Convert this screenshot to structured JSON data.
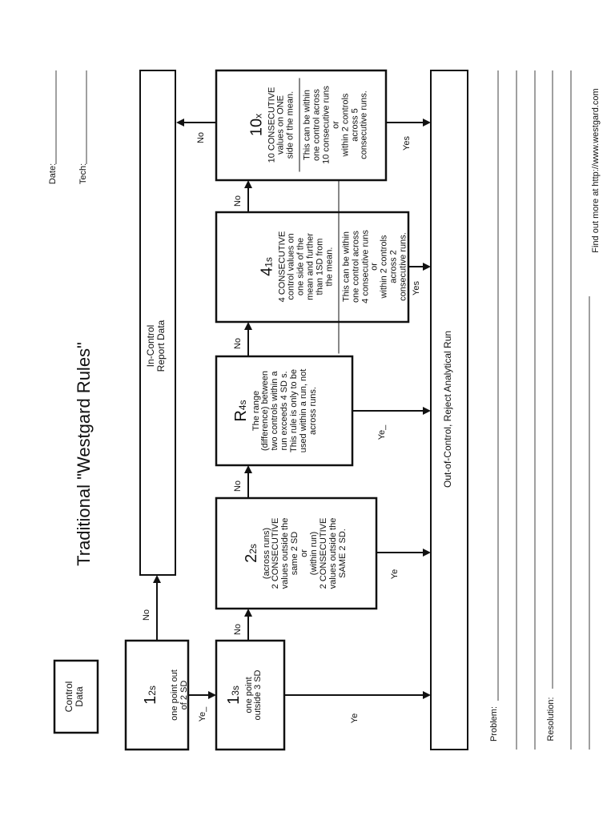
{
  "title": "Traditional \"Westgard Rules\"",
  "header": {
    "date_label": "Date:",
    "tech_label": "Tech:"
  },
  "footer": {
    "url_text": "Find out more at http://www.westgard.com",
    "problem_label": "Problem:",
    "resolution_label": "Resolution:"
  },
  "nodes": {
    "control": {
      "text": "Control\nData"
    },
    "r12s": {
      "rule": "1",
      "sub": "2s",
      "desc": "one point out\nof 2 SD"
    },
    "r13s": {
      "rule": "1",
      "sub": "3s",
      "desc": "one point\noutside 3 SD"
    },
    "r22s": {
      "rule": "2",
      "sub": "2s",
      "desc": "(across runs)\n2 CONSECUTIVE\nvalues outside the\nsame 2 SD\nor\n(within run)\n2 CONSECUTIVE\nvalues outside the\nSAME 2 SD."
    },
    "r4s": {
      "rule": "R",
      "sub": "4s",
      "desc": "The range\n(difference) between\ntwo controls within a\nrun exceeds 4 SD    s.\nThis rule is only to be\nused within a run, not\nacross runs."
    },
    "r41s": {
      "rule": "4",
      "sub": "1s",
      "desc": "4 CONSECUTIVE\ncontrol values on\none side of the\nmean and further\nthan 1SD from\nthe mean.",
      "note": "This can be within\none control across\n4 consecutive runs\nor\nwithin 2 controls\nacross 2\nconsecutive runs."
    },
    "r10x": {
      "rule": "10",
      "sub": "x",
      "desc": "10 CONSECUTIVE\nvalues on ONE\nside of the mean.",
      "note": "This can be within\none control across\n10 consecutive runs\nor\nwithin 2 controls\nacross 5\nconsecutive runs."
    },
    "in_control": {
      "text": "In-Control\nReport Data"
    },
    "out_control": {
      "text": "Out-of-Control, Reject Analytical Run"
    }
  },
  "edges": {
    "r12s_no": "No",
    "r12s_yes": "Ye_",
    "r13s_no": "No",
    "r13s_yes": "Ye",
    "r22s_no": "No",
    "r22s_yes": "Ye",
    "r4s_no": "No",
    "r4s_yes": "Ye_",
    "r41s_no": "No",
    "r41s_yes": "Yes",
    "r10x_no": "No",
    "r10x_yes": "Yes"
  }
}
